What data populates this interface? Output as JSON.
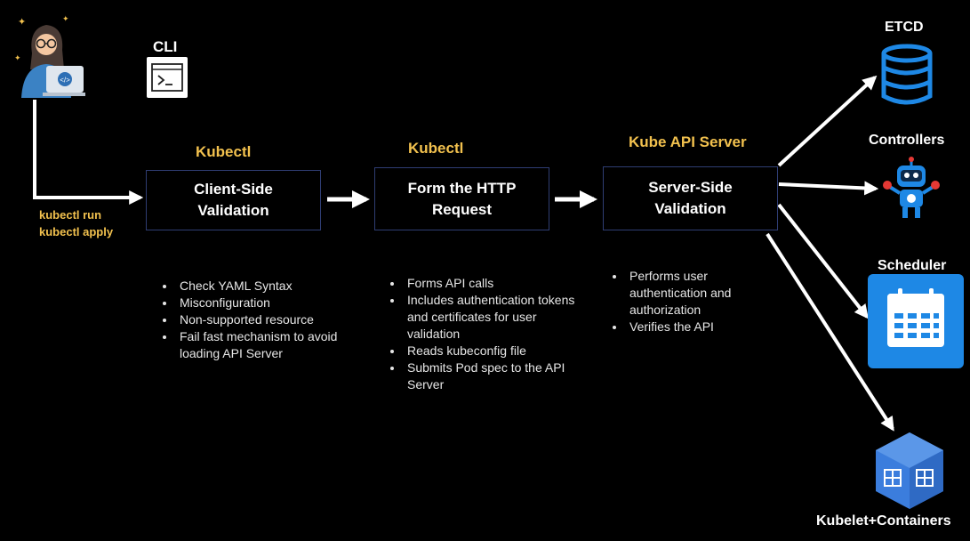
{
  "cli": {
    "label": "CLI"
  },
  "commands": [
    "kubectl run",
    "kubectl apply"
  ],
  "stages": [
    {
      "tool": "Kubectl",
      "box": "Client-Side\nValidation",
      "bullets": [
        "Check YAML Syntax",
        "Misconfiguration",
        "Non-supported resource",
        "Fail fast mechanism to avoid loading API Server"
      ]
    },
    {
      "tool": "Kubectl",
      "box": "Form the HTTP\nRequest",
      "bullets": [
        "Forms API calls",
        "Includes authentication tokens and certificates for user validation",
        "Reads kubeconfig file",
        "Submits Pod spec to the API Server"
      ]
    },
    {
      "tool": "Kube API Server",
      "box": "Server-Side\nValidation",
      "bullets": [
        "Performs user authentication and authorization",
        "Verifies the API"
      ]
    }
  ],
  "targets": {
    "etcd": "ETCD",
    "controllers": "Controllers",
    "scheduler": "Scheduler",
    "kubelet": "Kubelet+Containers"
  },
  "colors": {
    "background": "#000000",
    "accent_yellow": "#f2c14e",
    "box_border": "#2f3d73",
    "icon_blue": "#1e88e5"
  },
  "icons": [
    "developer-laptop-icon",
    "terminal-icon",
    "database-icon",
    "robot-icon",
    "calendar-icon",
    "cube-icon"
  ]
}
